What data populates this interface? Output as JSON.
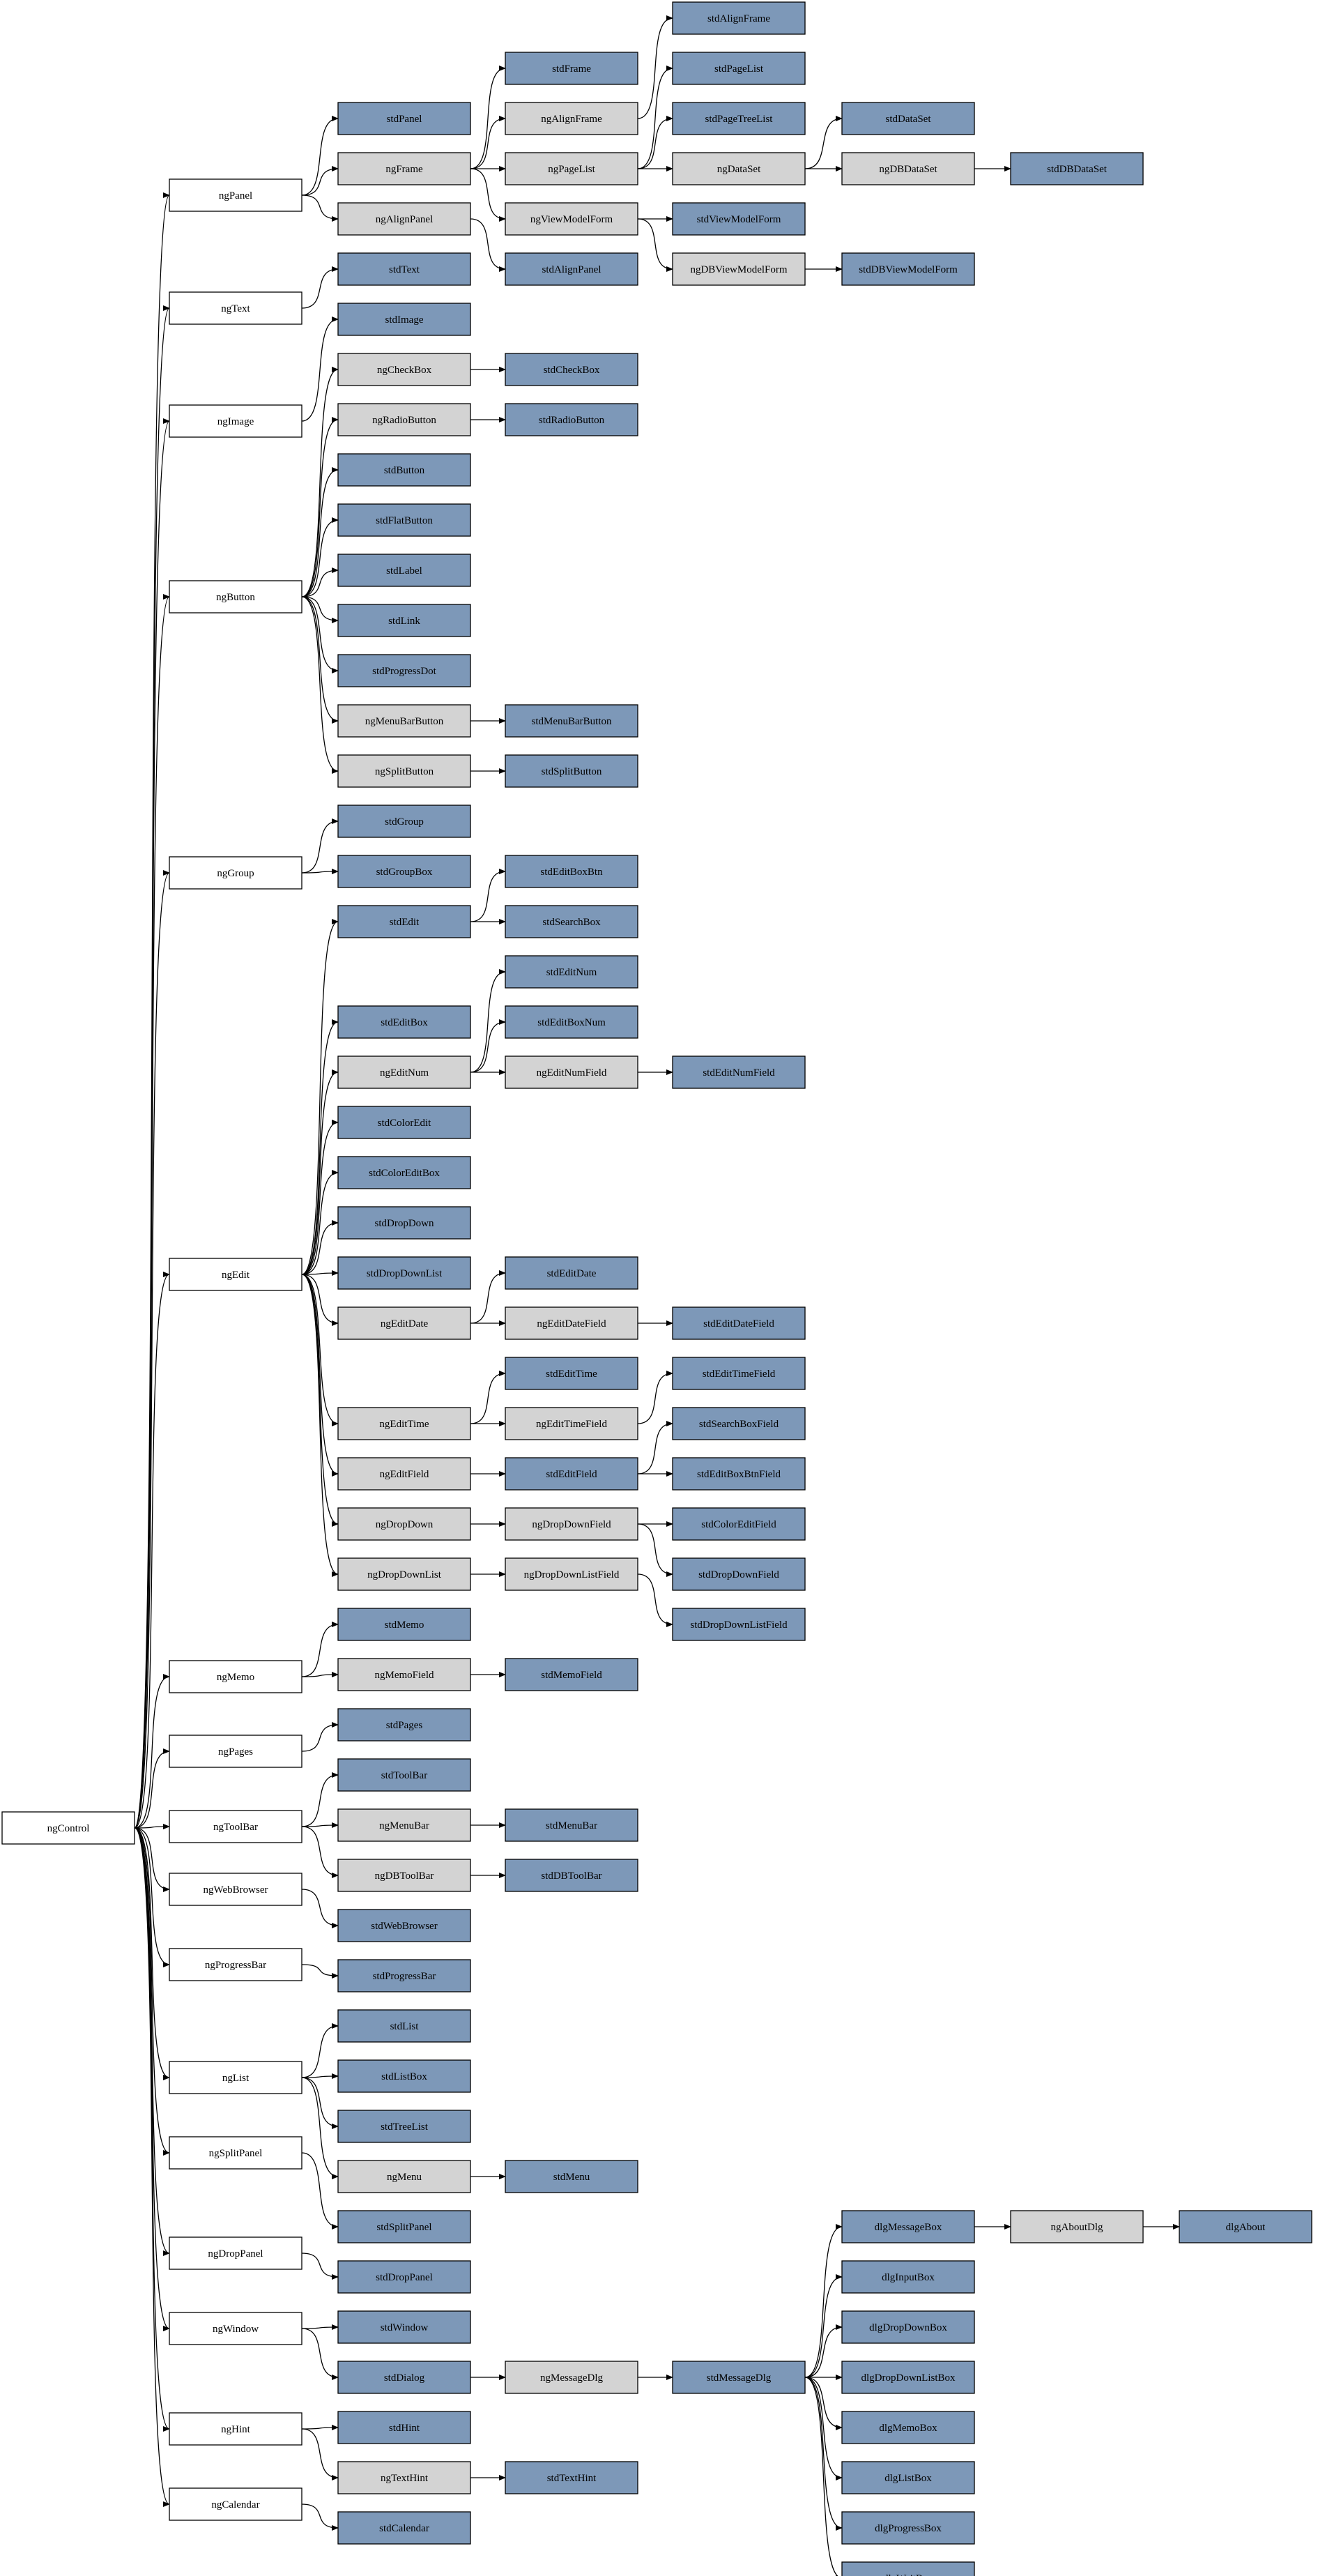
{
  "colors": {
    "std": "#7d98b8",
    "ng": "#d3d3d3",
    "root": "#ffffff",
    "stroke": "#000000",
    "edge": "#000000"
  },
  "nodes": [
    {
      "id": "ngControl",
      "label": "ngControl",
      "kind": "root"
    },
    {
      "id": "ngPanel",
      "label": "ngPanel",
      "kind": "root"
    },
    {
      "id": "ngText",
      "label": "ngText",
      "kind": "root"
    },
    {
      "id": "ngImage",
      "label": "ngImage",
      "kind": "root"
    },
    {
      "id": "ngButton",
      "label": "ngButton",
      "kind": "root"
    },
    {
      "id": "ngGroup",
      "label": "ngGroup",
      "kind": "root"
    },
    {
      "id": "ngEdit",
      "label": "ngEdit",
      "kind": "root"
    },
    {
      "id": "ngMemo",
      "label": "ngMemo",
      "kind": "root"
    },
    {
      "id": "ngPages",
      "label": "ngPages",
      "kind": "root"
    },
    {
      "id": "ngToolBar",
      "label": "ngToolBar",
      "kind": "root"
    },
    {
      "id": "ngWebBrowser",
      "label": "ngWebBrowser",
      "kind": "root"
    },
    {
      "id": "ngProgressBar",
      "label": "ngProgressBar",
      "kind": "root"
    },
    {
      "id": "ngList",
      "label": "ngList",
      "kind": "root"
    },
    {
      "id": "ngSplitPanel",
      "label": "ngSplitPanel",
      "kind": "root"
    },
    {
      "id": "ngDropPanel",
      "label": "ngDropPanel",
      "kind": "root"
    },
    {
      "id": "ngWindow",
      "label": "ngWindow",
      "kind": "root"
    },
    {
      "id": "ngHint",
      "label": "ngHint",
      "kind": "root"
    },
    {
      "id": "ngCalendar",
      "label": "ngCalendar",
      "kind": "root"
    },
    {
      "id": "stdPanel",
      "label": "stdPanel",
      "kind": "std"
    },
    {
      "id": "ngFrame",
      "label": "ngFrame",
      "kind": "ng"
    },
    {
      "id": "ngAlignPanel",
      "label": "ngAlignPanel",
      "kind": "ng"
    },
    {
      "id": "stdText",
      "label": "stdText",
      "kind": "std"
    },
    {
      "id": "stdImage",
      "label": "stdImage",
      "kind": "std"
    },
    {
      "id": "ngCheckBox",
      "label": "ngCheckBox",
      "kind": "ng"
    },
    {
      "id": "ngRadioButton",
      "label": "ngRadioButton",
      "kind": "ng"
    },
    {
      "id": "stdButton",
      "label": "stdButton",
      "kind": "std"
    },
    {
      "id": "stdFlatButton",
      "label": "stdFlatButton",
      "kind": "std"
    },
    {
      "id": "stdLabel",
      "label": "stdLabel",
      "kind": "std"
    },
    {
      "id": "stdLink",
      "label": "stdLink",
      "kind": "std"
    },
    {
      "id": "stdProgressDot",
      "label": "stdProgressDot",
      "kind": "std"
    },
    {
      "id": "ngMenuBarButton",
      "label": "ngMenuBarButton",
      "kind": "ng"
    },
    {
      "id": "ngSplitButton",
      "label": "ngSplitButton",
      "kind": "ng"
    },
    {
      "id": "stdGroup",
      "label": "stdGroup",
      "kind": "std"
    },
    {
      "id": "stdGroupBox",
      "label": "stdGroupBox",
      "kind": "std"
    },
    {
      "id": "stdEdit",
      "label": "stdEdit",
      "kind": "std"
    },
    {
      "id": "stdEditBox",
      "label": "stdEditBox",
      "kind": "std"
    },
    {
      "id": "ngEditNum",
      "label": "ngEditNum",
      "kind": "ng"
    },
    {
      "id": "stdColorEdit",
      "label": "stdColorEdit",
      "kind": "std"
    },
    {
      "id": "stdColorEditBox",
      "label": "stdColorEditBox",
      "kind": "std"
    },
    {
      "id": "stdDropDown",
      "label": "stdDropDown",
      "kind": "std"
    },
    {
      "id": "stdDropDownList",
      "label": "stdDropDownList",
      "kind": "std"
    },
    {
      "id": "ngEditDate",
      "label": "ngEditDate",
      "kind": "ng"
    },
    {
      "id": "ngEditTime",
      "label": "ngEditTime",
      "kind": "ng"
    },
    {
      "id": "ngEditField",
      "label": "ngEditField",
      "kind": "ng"
    },
    {
      "id": "ngDropDown",
      "label": "ngDropDown",
      "kind": "ng"
    },
    {
      "id": "ngDropDownList",
      "label": "ngDropDownList",
      "kind": "ng"
    },
    {
      "id": "stdMemo",
      "label": "stdMemo",
      "kind": "std"
    },
    {
      "id": "ngMemoField",
      "label": "ngMemoField",
      "kind": "ng"
    },
    {
      "id": "stdPages",
      "label": "stdPages",
      "kind": "std"
    },
    {
      "id": "stdToolBar",
      "label": "stdToolBar",
      "kind": "std"
    },
    {
      "id": "ngMenuBar",
      "label": "ngMenuBar",
      "kind": "ng"
    },
    {
      "id": "ngDBToolBar",
      "label": "ngDBToolBar",
      "kind": "ng"
    },
    {
      "id": "stdWebBrowser",
      "label": "stdWebBrowser",
      "kind": "std"
    },
    {
      "id": "stdProgressBar",
      "label": "stdProgressBar",
      "kind": "std"
    },
    {
      "id": "stdList",
      "label": "stdList",
      "kind": "std"
    },
    {
      "id": "stdListBox",
      "label": "stdListBox",
      "kind": "std"
    },
    {
      "id": "stdTreeList",
      "label": "stdTreeList",
      "kind": "std"
    },
    {
      "id": "ngMenu",
      "label": "ngMenu",
      "kind": "ng"
    },
    {
      "id": "stdSplitPanel",
      "label": "stdSplitPanel",
      "kind": "std"
    },
    {
      "id": "stdDropPanel",
      "label": "stdDropPanel",
      "kind": "std"
    },
    {
      "id": "stdWindow",
      "label": "stdWindow",
      "kind": "std"
    },
    {
      "id": "stdDialog",
      "label": "stdDialog",
      "kind": "std"
    },
    {
      "id": "stdHint",
      "label": "stdHint",
      "kind": "std"
    },
    {
      "id": "ngTextHint",
      "label": "ngTextHint",
      "kind": "ng"
    },
    {
      "id": "stdCalendar",
      "label": "stdCalendar",
      "kind": "std"
    },
    {
      "id": "stdFrame",
      "label": "stdFrame",
      "kind": "std"
    },
    {
      "id": "ngAlignFrame",
      "label": "ngAlignFrame",
      "kind": "ng"
    },
    {
      "id": "ngPageList",
      "label": "ngPageList",
      "kind": "ng"
    },
    {
      "id": "ngViewModelForm",
      "label": "ngViewModelForm",
      "kind": "ng"
    },
    {
      "id": "stdAlignPanel",
      "label": "stdAlignPanel",
      "kind": "std"
    },
    {
      "id": "stdCheckBox",
      "label": "stdCheckBox",
      "kind": "std"
    },
    {
      "id": "stdRadioButton",
      "label": "stdRadioButton",
      "kind": "std"
    },
    {
      "id": "stdMenuBarButton",
      "label": "stdMenuBarButton",
      "kind": "std"
    },
    {
      "id": "stdSplitButton",
      "label": "stdSplitButton",
      "kind": "std"
    },
    {
      "id": "stdEditBoxBtn",
      "label": "stdEditBoxBtn",
      "kind": "std"
    },
    {
      "id": "stdSearchBox",
      "label": "stdSearchBox",
      "kind": "std"
    },
    {
      "id": "stdEditNum",
      "label": "stdEditNum",
      "kind": "std"
    },
    {
      "id": "stdEditBoxNum",
      "label": "stdEditBoxNum",
      "kind": "std"
    },
    {
      "id": "ngEditNumField",
      "label": "ngEditNumField",
      "kind": "ng"
    },
    {
      "id": "stdEditDate",
      "label": "stdEditDate",
      "kind": "std"
    },
    {
      "id": "ngEditDateField",
      "label": "ngEditDateField",
      "kind": "ng"
    },
    {
      "id": "stdEditTime",
      "label": "stdEditTime",
      "kind": "std"
    },
    {
      "id": "ngEditTimeField",
      "label": "ngEditTimeField",
      "kind": "ng"
    },
    {
      "id": "stdEditField",
      "label": "stdEditField",
      "kind": "std"
    },
    {
      "id": "ngDropDownField",
      "label": "ngDropDownField",
      "kind": "ng"
    },
    {
      "id": "ngDropDownListField",
      "label": "ngDropDownListField",
      "kind": "ng"
    },
    {
      "id": "stdMemoField",
      "label": "stdMemoField",
      "kind": "std"
    },
    {
      "id": "stdMenuBar",
      "label": "stdMenuBar",
      "kind": "std"
    },
    {
      "id": "stdDBToolBar",
      "label": "stdDBToolBar",
      "kind": "std"
    },
    {
      "id": "stdMenu",
      "label": "stdMenu",
      "kind": "std"
    },
    {
      "id": "ngMessageDlg",
      "label": "ngMessageDlg",
      "kind": "ng"
    },
    {
      "id": "stdTextHint",
      "label": "stdTextHint",
      "kind": "std"
    },
    {
      "id": "stdAlignFrame",
      "label": "stdAlignFrame",
      "kind": "std"
    },
    {
      "id": "stdPageList",
      "label": "stdPageList",
      "kind": "std"
    },
    {
      "id": "stdPageTreeList",
      "label": "stdPageTreeList",
      "kind": "std"
    },
    {
      "id": "ngDataSet",
      "label": "ngDataSet",
      "kind": "ng"
    },
    {
      "id": "stdViewModelForm",
      "label": "stdViewModelForm",
      "kind": "std"
    },
    {
      "id": "ngDBViewModelForm",
      "label": "ngDBViewModelForm",
      "kind": "ng"
    },
    {
      "id": "stdEditNumField",
      "label": "stdEditNumField",
      "kind": "std"
    },
    {
      "id": "stdEditDateField",
      "label": "stdEditDateField",
      "kind": "std"
    },
    {
      "id": "stdEditTimeField",
      "label": "stdEditTimeField",
      "kind": "std"
    },
    {
      "id": "stdSearchBoxField",
      "label": "stdSearchBoxField",
      "kind": "std"
    },
    {
      "id": "stdEditBoxBtnField",
      "label": "stdEditBoxBtnField",
      "kind": "std"
    },
    {
      "id": "stdColorEditField",
      "label": "stdColorEditField",
      "kind": "std"
    },
    {
      "id": "stdDropDownField",
      "label": "stdDropDownField",
      "kind": "std"
    },
    {
      "id": "stdDropDownListField",
      "label": "stdDropDownListField",
      "kind": "std"
    },
    {
      "id": "stdMessageDlg",
      "label": "stdMessageDlg",
      "kind": "std"
    },
    {
      "id": "stdDataSet",
      "label": "stdDataSet",
      "kind": "std"
    },
    {
      "id": "ngDBDataSet",
      "label": "ngDBDataSet",
      "kind": "ng"
    },
    {
      "id": "stdDBViewModelForm",
      "label": "stdDBViewModelForm",
      "kind": "std"
    },
    {
      "id": "dlgMessageBox",
      "label": "dlgMessageBox",
      "kind": "std"
    },
    {
      "id": "dlgInputBox",
      "label": "dlgInputBox",
      "kind": "std"
    },
    {
      "id": "dlgDropDownBox",
      "label": "dlgDropDownBox",
      "kind": "std"
    },
    {
      "id": "dlgDropDownListBox",
      "label": "dlgDropDownListBox",
      "kind": "std"
    },
    {
      "id": "dlgMemoBox",
      "label": "dlgMemoBox",
      "kind": "std"
    },
    {
      "id": "dlgListBox",
      "label": "dlgListBox",
      "kind": "std"
    },
    {
      "id": "dlgProgressBox",
      "label": "dlgProgressBox",
      "kind": "std"
    },
    {
      "id": "dlgWaitBox",
      "label": "dlgWaitBox",
      "kind": "std"
    },
    {
      "id": "stdDBDataSet",
      "label": "stdDBDataSet",
      "kind": "std"
    },
    {
      "id": "ngAboutDlg",
      "label": "ngAboutDlg",
      "kind": "ng"
    },
    {
      "id": "dlgAbout",
      "label": "dlgAbout",
      "kind": "std"
    }
  ],
  "edges": [
    [
      "ngControl",
      "ngPanel"
    ],
    [
      "ngControl",
      "ngText"
    ],
    [
      "ngControl",
      "ngImage"
    ],
    [
      "ngControl",
      "ngButton"
    ],
    [
      "ngControl",
      "ngGroup"
    ],
    [
      "ngControl",
      "ngEdit"
    ],
    [
      "ngControl",
      "ngMemo"
    ],
    [
      "ngControl",
      "ngPages"
    ],
    [
      "ngControl",
      "ngToolBar"
    ],
    [
      "ngControl",
      "ngWebBrowser"
    ],
    [
      "ngControl",
      "ngProgressBar"
    ],
    [
      "ngControl",
      "ngList"
    ],
    [
      "ngControl",
      "ngSplitPanel"
    ],
    [
      "ngControl",
      "ngDropPanel"
    ],
    [
      "ngControl",
      "ngWindow"
    ],
    [
      "ngControl",
      "ngHint"
    ],
    [
      "ngControl",
      "ngCalendar"
    ],
    [
      "ngPanel",
      "stdPanel"
    ],
    [
      "ngPanel",
      "ngFrame"
    ],
    [
      "ngPanel",
      "ngAlignPanel"
    ],
    [
      "ngFrame",
      "stdFrame"
    ],
    [
      "ngFrame",
      "ngAlignFrame"
    ],
    [
      "ngFrame",
      "ngPageList"
    ],
    [
      "ngFrame",
      "ngViewModelForm"
    ],
    [
      "ngAlignFrame",
      "stdAlignFrame"
    ],
    [
      "ngPageList",
      "stdPageList"
    ],
    [
      "ngPageList",
      "stdPageTreeList"
    ],
    [
      "ngPageList",
      "ngDataSet"
    ],
    [
      "ngDataSet",
      "stdDataSet"
    ],
    [
      "ngDataSet",
      "ngDBDataSet"
    ],
    [
      "ngDBDataSet",
      "stdDBDataSet"
    ],
    [
      "ngViewModelForm",
      "stdViewModelForm"
    ],
    [
      "ngViewModelForm",
      "ngDBViewModelForm"
    ],
    [
      "ngDBViewModelForm",
      "stdDBViewModelForm"
    ],
    [
      "ngAlignPanel",
      "stdAlignPanel"
    ],
    [
      "ngText",
      "stdText"
    ],
    [
      "ngImage",
      "stdImage"
    ],
    [
      "ngButton",
      "ngCheckBox"
    ],
    [
      "ngButton",
      "ngRadioButton"
    ],
    [
      "ngButton",
      "stdButton"
    ],
    [
      "ngButton",
      "stdFlatButton"
    ],
    [
      "ngButton",
      "stdLabel"
    ],
    [
      "ngButton",
      "stdLink"
    ],
    [
      "ngButton",
      "stdProgressDot"
    ],
    [
      "ngButton",
      "ngMenuBarButton"
    ],
    [
      "ngButton",
      "ngSplitButton"
    ],
    [
      "ngCheckBox",
      "stdCheckBox"
    ],
    [
      "ngRadioButton",
      "stdRadioButton"
    ],
    [
      "ngMenuBarButton",
      "stdMenuBarButton"
    ],
    [
      "ngSplitButton",
      "stdSplitButton"
    ],
    [
      "ngGroup",
      "stdGroup"
    ],
    [
      "ngGroup",
      "stdGroupBox"
    ],
    [
      "ngEdit",
      "stdEdit"
    ],
    [
      "ngEdit",
      "stdEditBox"
    ],
    [
      "ngEdit",
      "ngEditNum"
    ],
    [
      "ngEdit",
      "stdColorEdit"
    ],
    [
      "ngEdit",
      "stdColorEditBox"
    ],
    [
      "ngEdit",
      "stdDropDown"
    ],
    [
      "ngEdit",
      "stdDropDownList"
    ],
    [
      "ngEdit",
      "ngEditDate"
    ],
    [
      "ngEdit",
      "ngEditTime"
    ],
    [
      "ngEdit",
      "ngEditField"
    ],
    [
      "ngEdit",
      "ngDropDown"
    ],
    [
      "ngEdit",
      "ngDropDownList"
    ],
    [
      "stdEdit",
      "stdEditBoxBtn"
    ],
    [
      "stdEdit",
      "stdSearchBox"
    ],
    [
      "ngEditNum",
      "stdEditNum"
    ],
    [
      "ngEditNum",
      "stdEditBoxNum"
    ],
    [
      "ngEditNum",
      "ngEditNumField"
    ],
    [
      "ngEditNumField",
      "stdEditNumField"
    ],
    [
      "ngEditDate",
      "stdEditDate"
    ],
    [
      "ngEditDate",
      "ngEditDateField"
    ],
    [
      "ngEditDateField",
      "stdEditDateField"
    ],
    [
      "ngEditTime",
      "stdEditTime"
    ],
    [
      "ngEditTime",
      "ngEditTimeField"
    ],
    [
      "ngEditTimeField",
      "stdEditTimeField"
    ],
    [
      "ngEditField",
      "stdEditField"
    ],
    [
      "stdEditField",
      "stdSearchBoxField"
    ],
    [
      "stdEditField",
      "stdEditBoxBtnField"
    ],
    [
      "ngDropDown",
      "ngDropDownField"
    ],
    [
      "ngDropDownField",
      "stdColorEditField"
    ],
    [
      "ngDropDownField",
      "stdDropDownField"
    ],
    [
      "ngDropDownList",
      "ngDropDownListField"
    ],
    [
      "ngDropDownListField",
      "stdDropDownListField"
    ],
    [
      "ngMemo",
      "stdMemo"
    ],
    [
      "ngMemo",
      "ngMemoField"
    ],
    [
      "ngMemoField",
      "stdMemoField"
    ],
    [
      "ngPages",
      "stdPages"
    ],
    [
      "ngToolBar",
      "stdToolBar"
    ],
    [
      "ngToolBar",
      "ngMenuBar"
    ],
    [
      "ngToolBar",
      "ngDBToolBar"
    ],
    [
      "ngMenuBar",
      "stdMenuBar"
    ],
    [
      "ngDBToolBar",
      "stdDBToolBar"
    ],
    [
      "ngWebBrowser",
      "stdWebBrowser"
    ],
    [
      "ngProgressBar",
      "stdProgressBar"
    ],
    [
      "ngList",
      "stdList"
    ],
    [
      "ngList",
      "stdListBox"
    ],
    [
      "ngList",
      "stdTreeList"
    ],
    [
      "ngList",
      "ngMenu"
    ],
    [
      "ngMenu",
      "stdMenu"
    ],
    [
      "ngSplitPanel",
      "stdSplitPanel"
    ],
    [
      "ngDropPanel",
      "stdDropPanel"
    ],
    [
      "ngWindow",
      "stdWindow"
    ],
    [
      "ngWindow",
      "stdDialog"
    ],
    [
      "stdDialog",
      "ngMessageDlg"
    ],
    [
      "ngMessageDlg",
      "stdMessageDlg"
    ],
    [
      "stdMessageDlg",
      "dlgMessageBox"
    ],
    [
      "stdMessageDlg",
      "dlgInputBox"
    ],
    [
      "stdMessageDlg",
      "dlgDropDownBox"
    ],
    [
      "stdMessageDlg",
      "dlgDropDownListBox"
    ],
    [
      "stdMessageDlg",
      "dlgMemoBox"
    ],
    [
      "stdMessageDlg",
      "dlgListBox"
    ],
    [
      "stdMessageDlg",
      "dlgProgressBox"
    ],
    [
      "stdMessageDlg",
      "dlgWaitBox"
    ],
    [
      "dlgMessageBox",
      "ngAboutDlg"
    ],
    [
      "ngAboutDlg",
      "dlgAbout"
    ],
    [
      "ngHint",
      "stdHint"
    ],
    [
      "ngHint",
      "ngTextHint"
    ],
    [
      "ngTextHint",
      "stdTextHint"
    ],
    [
      "ngCalendar",
      "stdCalendar"
    ]
  ]
}
